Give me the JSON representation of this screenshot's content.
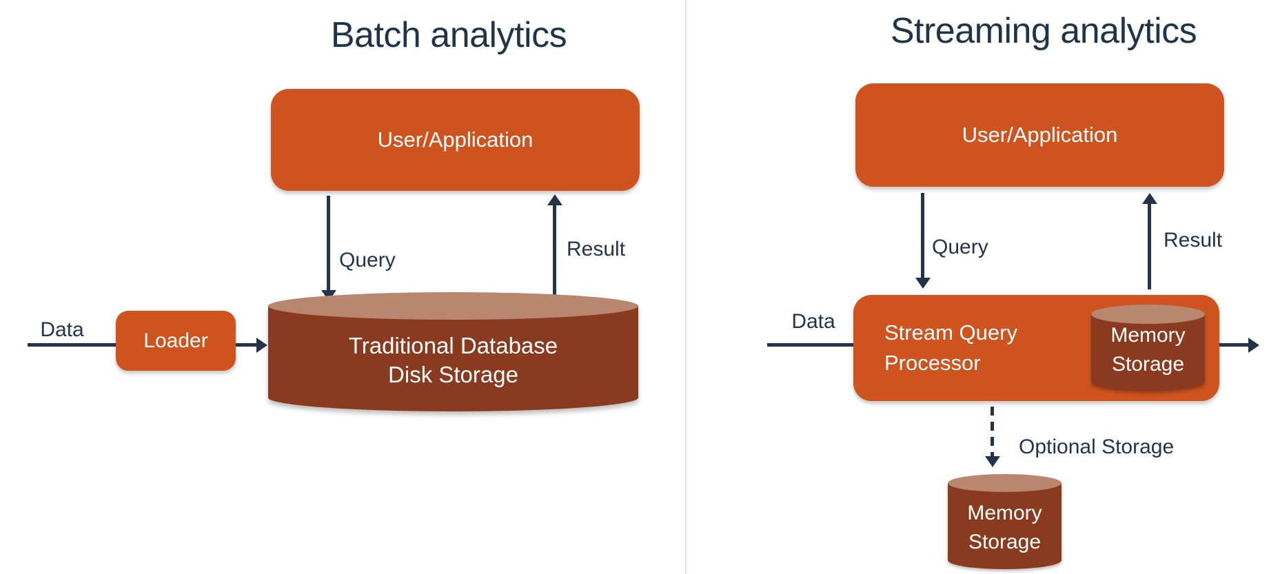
{
  "colors": {
    "orange": "#CE531F",
    "cylinder_body": "#8A3A1E",
    "cylinder_top": "#B9866F",
    "navy": "#22344A",
    "divider": "#E2E2E2"
  },
  "batch": {
    "title": "Batch analytics",
    "user_app_label": "User/Application",
    "query_label": "Query",
    "result_label": "Result",
    "data_label": "Data",
    "loader_label": "Loader",
    "db_line1": "Traditional Database",
    "db_line2": "Disk Storage"
  },
  "streaming": {
    "title": "Streaming analytics",
    "user_app_label": "User/Application",
    "query_label": "Query",
    "result_label": "Result",
    "data_label": "Data",
    "processor_line1": "Stream Query",
    "processor_line2": "Processor",
    "memory_inline_line1": "Memory",
    "memory_inline_line2": "Storage",
    "optional_storage_label": "Optional Storage",
    "memory_bottom_line1": "Memory",
    "memory_bottom_line2": "Storage"
  }
}
